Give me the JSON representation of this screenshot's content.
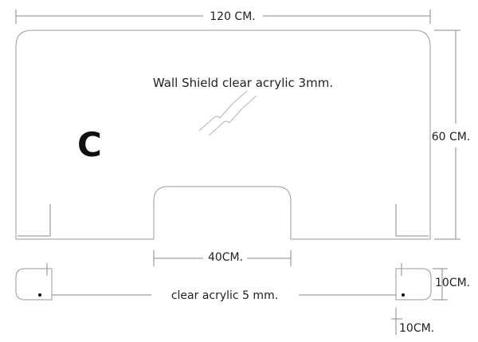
{
  "diagram": {
    "variant_letter": "C",
    "panel_label": "Wall Shield clear acrylic 3mm.",
    "base_label": "clear acrylic 5 mm.",
    "dimensions": {
      "width": "120 CM.",
      "height": "60 CM.",
      "cutout_width": "40CM.",
      "foot_height": "10CM.",
      "foot_depth": "10CM."
    }
  }
}
